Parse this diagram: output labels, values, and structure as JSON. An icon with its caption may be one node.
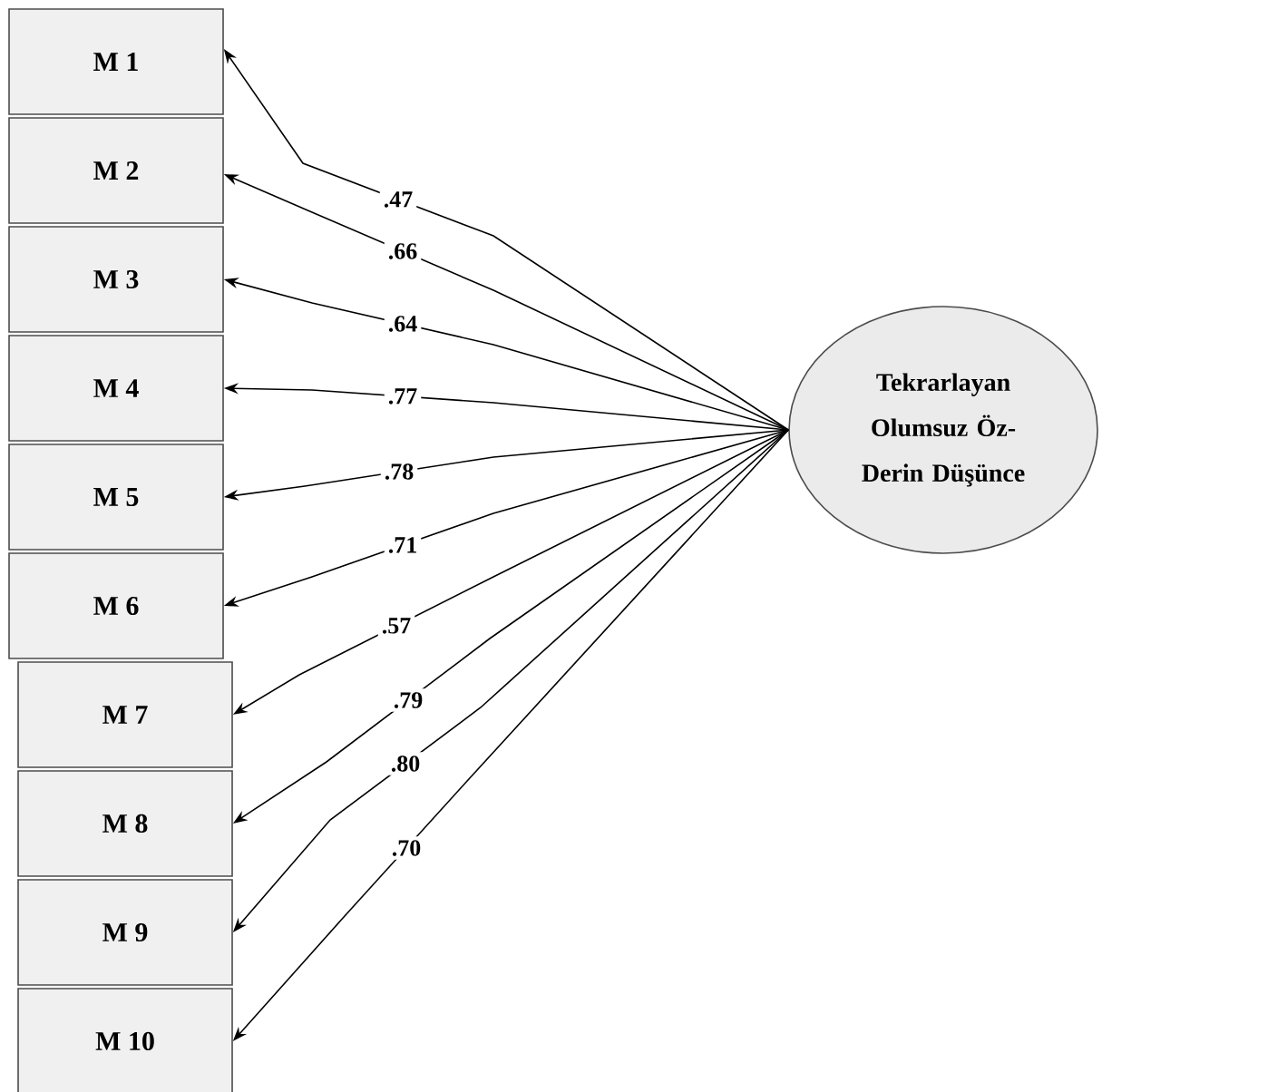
{
  "diagram": {
    "nodes": [
      {
        "text": [
          "M 1"
        ]
      },
      {
        "text": [
          "M 2"
        ]
      },
      {
        "text": [
          "M 3"
        ]
      },
      {
        "text": [
          "M 4"
        ]
      },
      {
        "text": [
          "M 5"
        ]
      },
      {
        "text": [
          "M 6"
        ]
      },
      {
        "text": [
          "M 7"
        ]
      },
      {
        "text": [
          "M 8"
        ]
      },
      {
        "text": [
          "M 9"
        ]
      },
      {
        "text": [
          "M 10"
        ]
      },
      {
        "text": [
          "Tekrarlayan Olumsuz Öz-Derin Düşünce"
        ]
      }
    ],
    "edges": [
      {
        "from": 10,
        "to": 0,
        "arrow": "to",
        "label": ".47"
      },
      {
        "from": 10,
        "to": 1,
        "arrow": "to",
        "label": ".66"
      },
      {
        "from": 10,
        "to": 2,
        "arrow": "to",
        "label": ".64"
      },
      {
        "from": 10,
        "to": 3,
        "arrow": "to",
        "label": ".77"
      },
      {
        "from": 10,
        "to": 4,
        "arrow": "to",
        "label": ".78"
      },
      {
        "from": 10,
        "to": 5,
        "arrow": "to",
        "label": ".71"
      },
      {
        "from": 10,
        "to": 6,
        "arrow": "to",
        "label": ".57"
      },
      {
        "from": 10,
        "to": 7,
        "arrow": "to",
        "label": ".79"
      },
      {
        "from": 10,
        "to": 8,
        "arrow": "to",
        "label": ".80"
      },
      {
        "from": 10,
        "to": 9,
        "arrow": "to",
        "label": ".70"
      }
    ]
  }
}
